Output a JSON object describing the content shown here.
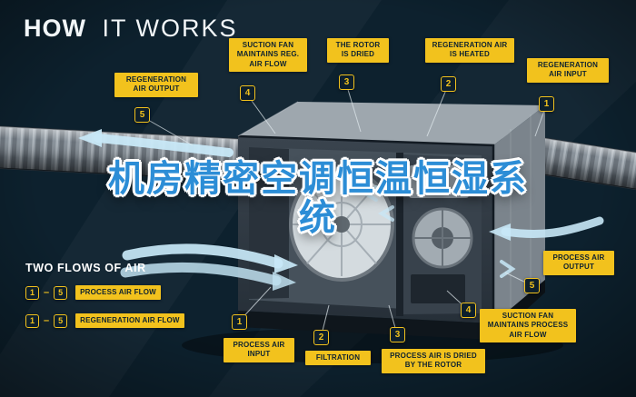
{
  "title": {
    "primary": "HOW",
    "secondary": "IT WORKS"
  },
  "overlay": {
    "line1": "机房精密空调恒温恒湿系",
    "line2": "统"
  },
  "labels": {
    "reg_output": {
      "num": "5",
      "text": "REGENERATION AIR OUTPUT"
    },
    "suction_reg": {
      "num": "4",
      "text": "SUCTION FAN MAINTAINS REG. AIR FLOW"
    },
    "rotor_dried": {
      "num": "3",
      "text": "THE ROTOR IS DRIED"
    },
    "reg_heated": {
      "num": "2",
      "text": "REGENERATION AIR IS HEATED"
    },
    "reg_input": {
      "num": "1",
      "text": "REGENERATION AIR INPUT"
    },
    "process_output": {
      "num": "5",
      "text": "PROCESS AIR OUTPUT"
    },
    "suction_process": {
      "num": "4",
      "text": "SUCTION FAN MAINTAINS PROCESS AIR FLOW"
    },
    "process_dried": {
      "num": "3",
      "text": "PROCESS AIR IS DRIED BY THE ROTOR"
    },
    "filtration": {
      "num": "2",
      "text": "FILTRATION"
    },
    "process_input": {
      "num": "1",
      "text": "PROCESS AIR INPUT"
    }
  },
  "legend": {
    "title": "TWO FLOWS OF AIR",
    "rows": [
      {
        "from": "1",
        "dash": "–",
        "to": "5",
        "label": "PROCESS AIR FLOW"
      },
      {
        "from": "1",
        "dash": "–",
        "to": "5",
        "label": "REGENERATION AIR FLOW"
      }
    ]
  },
  "colors": {
    "background": "#0d212e",
    "accent_yellow": "#f2c21d",
    "badge_bg": "#0d1f2c",
    "flow_blue": "#c8e8f7",
    "overlay_blue": "#2c8dd6",
    "text_dark": "#0e2230",
    "text_light": "#f2f6f8"
  }
}
